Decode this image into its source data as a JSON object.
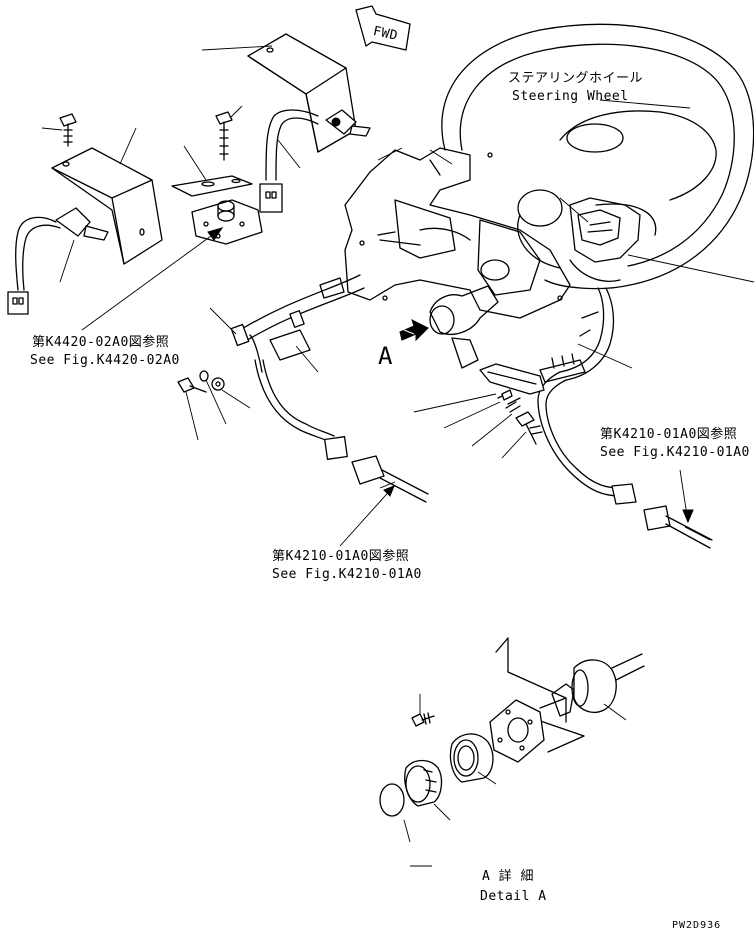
{
  "labels": {
    "fwd": "FWD",
    "steering_jp": "ステアリングホイール",
    "steering_en": "Steering Wheel",
    "ref_k4420_jp": "第K4420-02A0図参照",
    "ref_k4420_en": "See Fig.K4420-02A0",
    "ref_k4210_left_jp": "第K4210-01A0図参照",
    "ref_k4210_left_en": "See Fig.K4210-01A0",
    "ref_k4210_right_jp": "第K4210-01A0図参照",
    "ref_k4210_right_en": "See Fig.K4210-01A0",
    "view_a": "A",
    "detail_jp": "A 詳 細",
    "detail_en": "Detail A",
    "drawing_code": "PW2D936"
  }
}
